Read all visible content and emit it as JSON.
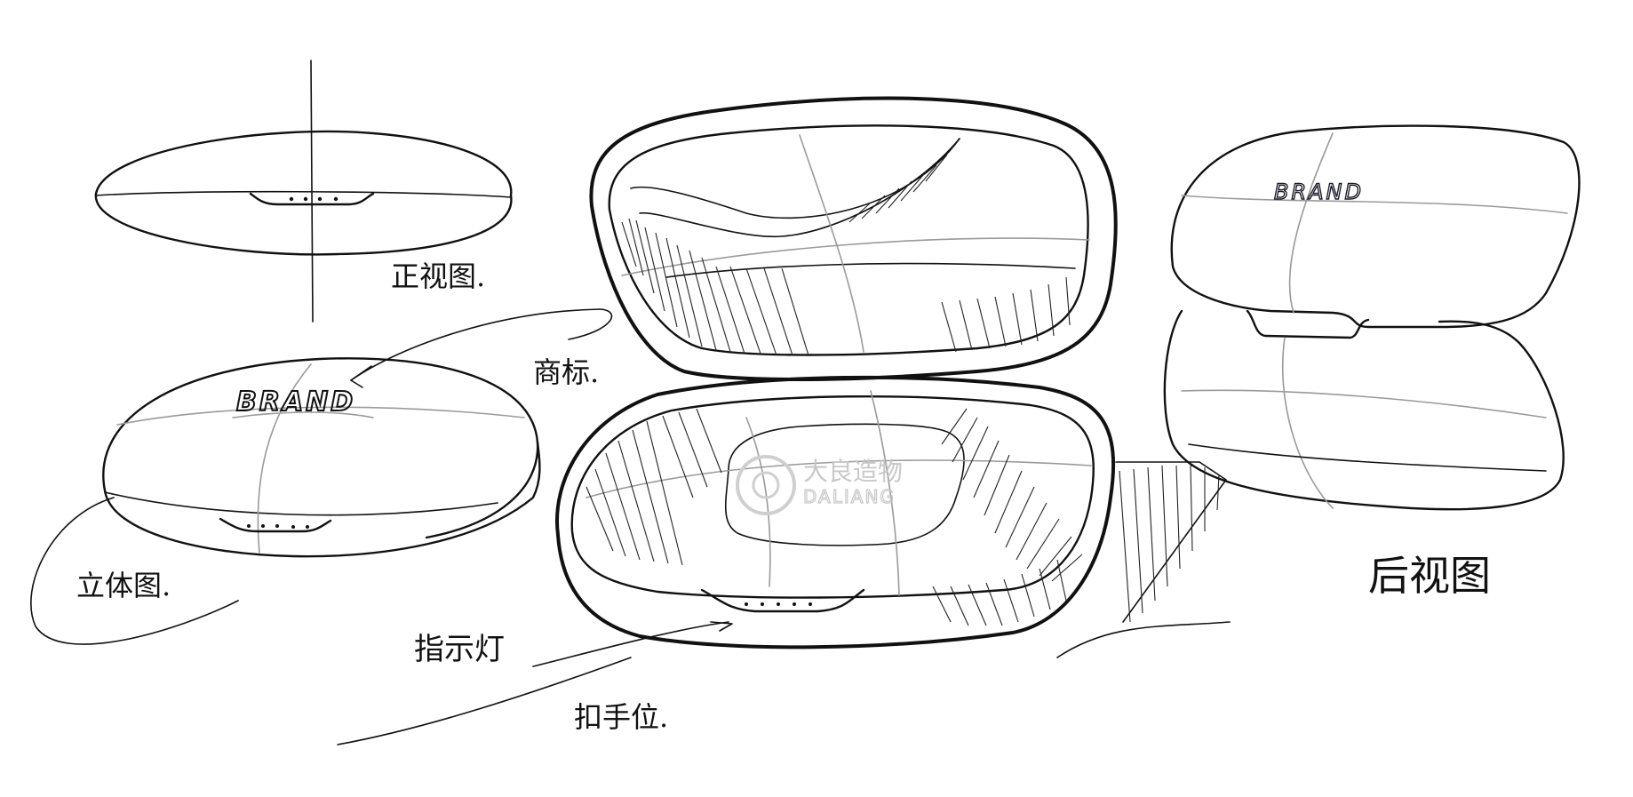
{
  "sketch": {
    "brand_label": "BRAND",
    "annotations": {
      "front_view": "正视图.",
      "logo": "商标.",
      "perspective_view": "立体图.",
      "indicator_light": "指示灯",
      "grip_position": "扣手位.",
      "rear_view": "后视图"
    },
    "watermark": {
      "cn": "大良造物",
      "en": "DALIANG"
    }
  }
}
